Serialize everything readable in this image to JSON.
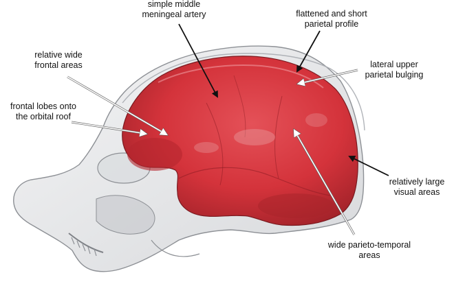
{
  "labels": {
    "artery": "simple middle\nmeningeal artery",
    "parietal_profile": "flattened and short\nparietal profile",
    "frontal_areas": "relative wide\nfrontal areas",
    "upper_parietal": "lateral upper\nparietal bulging",
    "orbital_roof": "frontal lobes onto\nthe orbital roof",
    "visual_areas": "relatively large\nvisual areas",
    "parieto_temporal": "wide parieto-temporal\nareas"
  },
  "colors": {
    "endocast": "#d4333b",
    "endocast_dark": "#8f1d24",
    "skull": "#c9ccd0",
    "arrow_white": "#ffffff",
    "arrow_black": "#111111"
  }
}
